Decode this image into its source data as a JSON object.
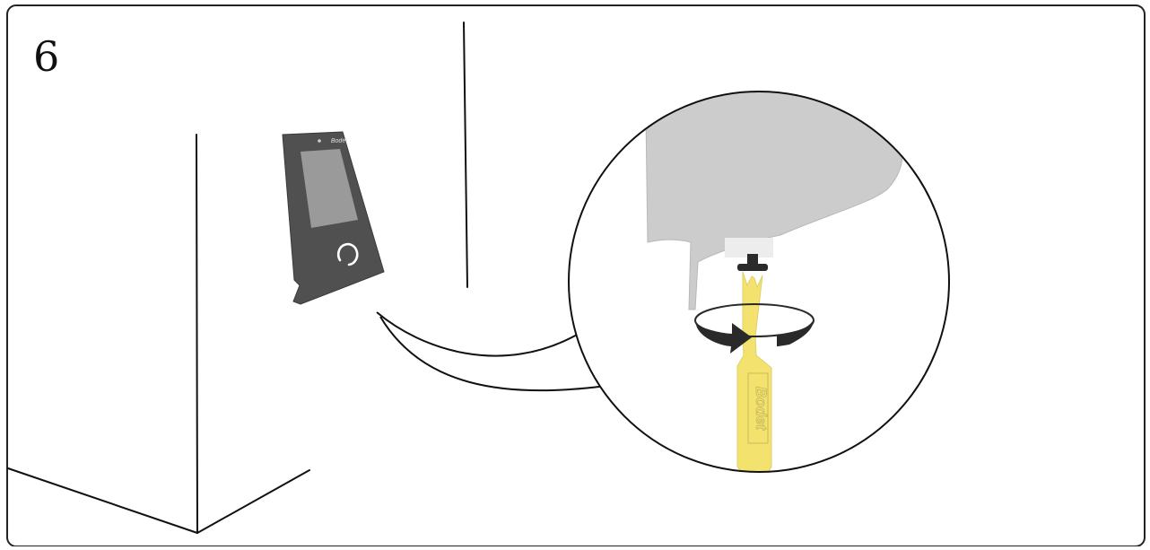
{
  "step": {
    "number": "6"
  },
  "terminal": {
    "brand_logo": "Bodet"
  },
  "key": {
    "brand_logo": "Bodet"
  },
  "icons": {
    "terminal_button": "circular-arrows-icon",
    "rotation": "rotate-arrow-icon"
  },
  "colors": {
    "frame": "#222222",
    "terminal_body": "#505050",
    "terminal_screen": "#9a9a9a",
    "housing": "#cccccc",
    "key": "#f3e36e",
    "arrow": "#2a2a2a"
  }
}
